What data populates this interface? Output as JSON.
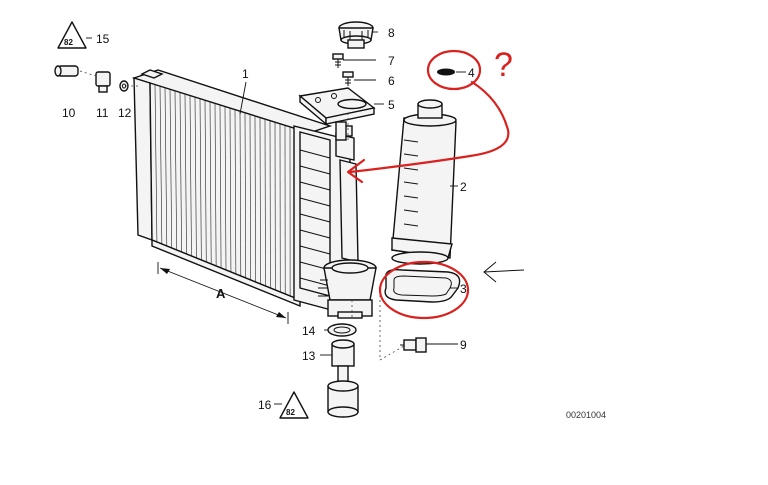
{
  "diagram": {
    "part_numbers": {
      "p1": "1",
      "p2": "2",
      "p3": "3",
      "p4": "4",
      "p5": "5",
      "p6": "6",
      "p7": "7",
      "p8": "8",
      "p9": "9",
      "p10": "10",
      "p11": "11",
      "p12": "12",
      "p13": "13",
      "p14": "14",
      "p15": "15",
      "p16": "16"
    },
    "dimension_label": "A",
    "symbol_label": "82",
    "figure_id": "00201004",
    "annotation_mark": "?",
    "colors": {
      "line": "#111111",
      "part_fill": "#f4f4f4",
      "annotation": "#d9211f"
    }
  }
}
